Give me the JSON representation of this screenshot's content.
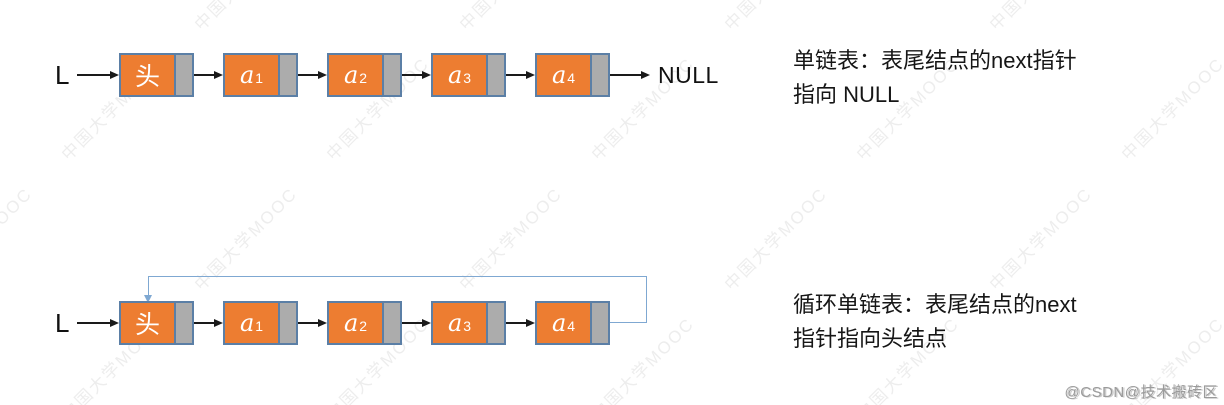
{
  "diagram": {
    "colors": {
      "node_fill": "#ED7D31",
      "pointer_fill": "#ACACAC",
      "node_border": "#5B7FA6",
      "arrow": "#1a1a1a",
      "loop_line": "#7FA8D2"
    },
    "lists": [
      {
        "id": "singly-linked-list",
        "pointer_label": "L",
        "nodes": [
          {
            "kind": "head",
            "text": "头"
          },
          {
            "kind": "data",
            "base": "a",
            "sub": "1"
          },
          {
            "kind": "data",
            "base": "a",
            "sub": "2"
          },
          {
            "kind": "data",
            "base": "a",
            "sub": "3"
          },
          {
            "kind": "data",
            "base": "a",
            "sub": "4"
          }
        ],
        "tail_label": "NULL",
        "caption_lines": [
          "单链表：表尾结点的next指针",
          "指向 NULL"
        ]
      },
      {
        "id": "circular-singly-linked-list",
        "pointer_label": "L",
        "nodes": [
          {
            "kind": "head",
            "text": "头"
          },
          {
            "kind": "data",
            "base": "a",
            "sub": "1"
          },
          {
            "kind": "data",
            "base": "a",
            "sub": "2"
          },
          {
            "kind": "data",
            "base": "a",
            "sub": "3"
          },
          {
            "kind": "data",
            "base": "a",
            "sub": "4"
          }
        ],
        "caption_lines": [
          "循环单链表：表尾结点的next",
          "指针指向头结点"
        ]
      }
    ]
  },
  "watermark": {
    "tile_text": "中国大学MOOC",
    "credit": "@CSDN@技术搬砖区"
  }
}
